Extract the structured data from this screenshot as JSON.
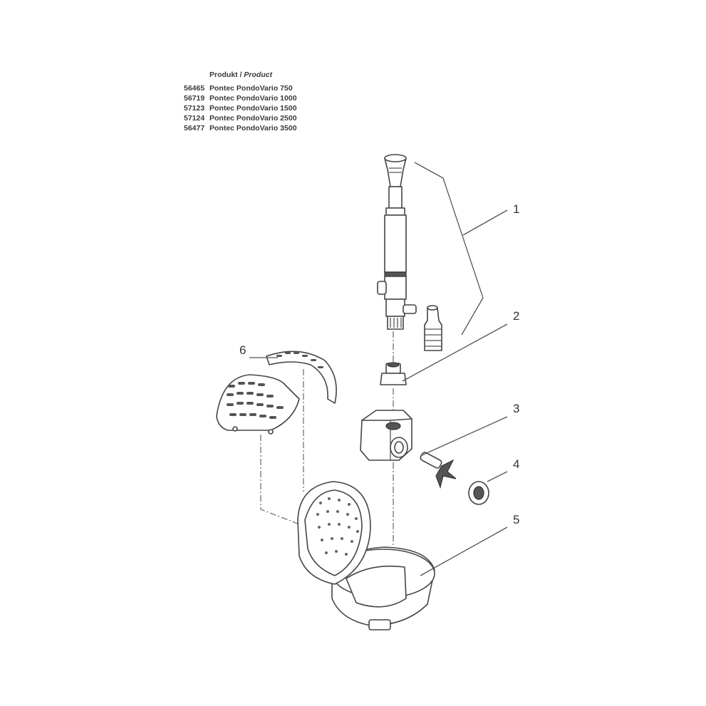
{
  "product_table": {
    "heading_de": "Produkt / ",
    "heading_en": "Product",
    "rows": [
      {
        "code": "56465",
        "name": "Pontec PondoVario 750"
      },
      {
        "code": "56719",
        "name": "Pontec PondoVario 1000"
      },
      {
        "code": "57123",
        "name": "Pontec PondoVario 1500"
      },
      {
        "code": "57124",
        "name": "Pontec PondoVario 2500"
      },
      {
        "code": "56477",
        "name": "Pontec PondoVario 3500"
      }
    ]
  },
  "callouts": [
    "1",
    "2",
    "3",
    "4",
    "5",
    "6"
  ]
}
